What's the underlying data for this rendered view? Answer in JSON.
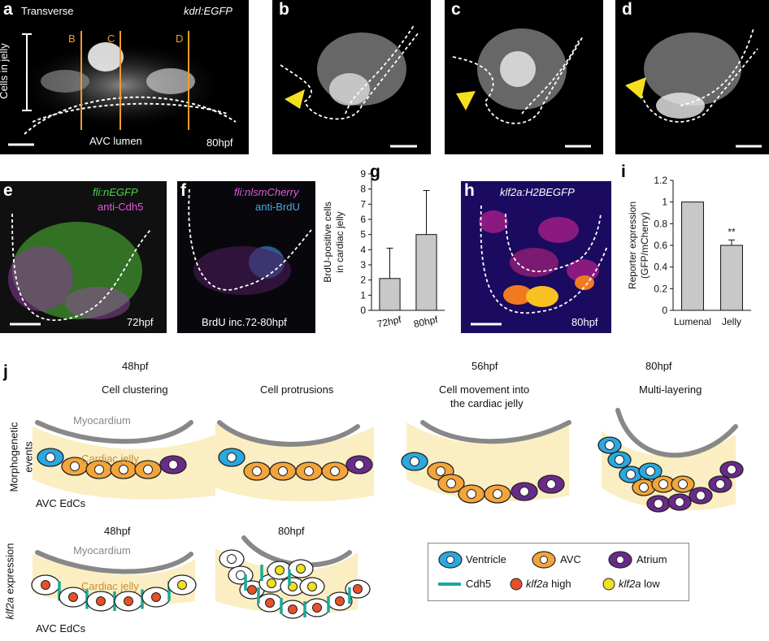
{
  "panels": {
    "a": {
      "letter": "a",
      "title": "Transverse",
      "reporter": "kdrl:EGFP",
      "cut_labels": [
        "B",
        "C",
        "D"
      ],
      "side_label": "Cells in jelly",
      "lumen_label": "AVC lumen",
      "stage": "80hpf"
    },
    "b": {
      "letter": "b"
    },
    "c": {
      "letter": "c"
    },
    "d": {
      "letter": "d"
    },
    "e": {
      "letter": "e",
      "line1": "fli:nEGFP",
      "line2": "anti-Cdh5",
      "stage": "72hpf"
    },
    "f": {
      "letter": "f",
      "line1": "fli:nlsmCherry",
      "line2": "anti-BrdU",
      "caption": "BrdU inc.72-80hpf"
    },
    "h": {
      "letter": "h",
      "reporter": "klf2a:H2BEGFP",
      "stage": "80hpf"
    },
    "j": {
      "letter": "j"
    }
  },
  "chart_g": {
    "letter": "g",
    "chart_data": {
      "type": "bar",
      "categories": [
        "72hpf",
        "80hpf"
      ],
      "values": [
        2.1,
        5.0
      ],
      "errors": [
        2.0,
        2.9
      ],
      "ylabel": "BrdU-positive cells in cardiac jelly",
      "ylabel_lines": [
        "BrdU-positive cells",
        "in cardiac jelly"
      ],
      "ylim": [
        0,
        9
      ],
      "yticks": [
        0,
        1,
        2,
        3,
        4,
        5,
        6,
        7,
        8,
        9
      ],
      "bar_color": "#c8c8c8"
    }
  },
  "chart_i": {
    "letter": "i",
    "chart_data": {
      "type": "bar",
      "categories": [
        "Lumenal",
        "Jelly"
      ],
      "values": [
        1.0,
        0.6
      ],
      "errors": [
        0,
        0.05
      ],
      "ylabel": "Reporter expression (GFP/mCherry)",
      "ylabel_lines": [
        "Reporter expression",
        "(GFP/mCherry)"
      ],
      "ylim": [
        0,
        1.2
      ],
      "yticks": [
        "0",
        "0.2",
        "0.4",
        "0.6",
        "0.8",
        "1",
        "1.2"
      ],
      "annotation": "**",
      "bar_color": "#c8c8c8"
    }
  },
  "schematic": {
    "row1_side": "Morphogenetic events",
    "row1_side_lines": [
      "Morphogenetic",
      "events"
    ],
    "row2_side": "klf2a expression",
    "row2_side_word1": "klf2a",
    "row2_side_word2": " expression",
    "stages": [
      "48hpf",
      "56hpf",
      "80hpf"
    ],
    "events": [
      "Cell clustering",
      "Cell protrusions",
      "Cell movement into",
      "the cardiac jelly",
      "Multi-layering"
    ],
    "myocardium": "Myocardium",
    "cardiac_jelly": "Cardiac jelly",
    "avc_edcs": "AVC EdCs",
    "row2_stages": [
      "48hpf",
      "80hpf"
    ],
    "colors": {
      "ventricle": "#2aa8e0",
      "avc": "#f3a53a",
      "atrium": "#6a2a8a",
      "cdh5": "#1aa89c",
      "klf2a_high": "#e8502a",
      "klf2a_low": "#f0e020",
      "jelly": "#fbeec2",
      "myocardium": "#888888"
    }
  },
  "legend": {
    "ventricle": "Ventricle",
    "avc": "AVC",
    "atrium": "Atrium",
    "cdh5": "Cdh5",
    "high_gene": "klf2a",
    "high_suffix": " high",
    "low_gene": "klf2a",
    "low_suffix": " low"
  }
}
